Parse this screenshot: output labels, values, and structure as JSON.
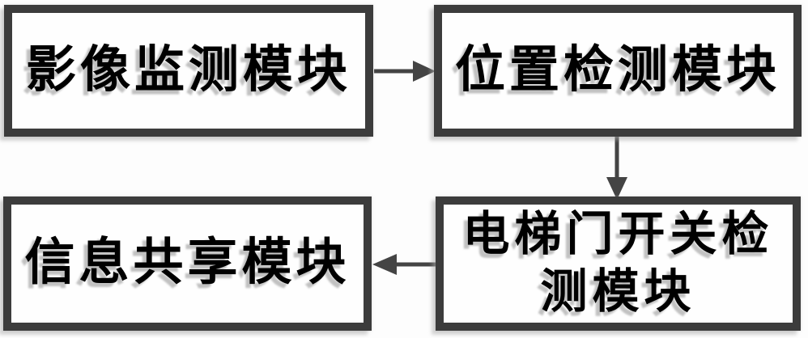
{
  "diagram": {
    "type": "flowchart",
    "description": "Elevator monitoring system module block diagram",
    "modules": [
      {
        "id": "image-monitoring",
        "label": "影像监测模块"
      },
      {
        "id": "position-detection",
        "label": "位置检测模块"
      },
      {
        "id": "elevator-door-detection",
        "label": "电梯门开关检测模块"
      },
      {
        "id": "information-sharing",
        "label": "信息共享模块"
      }
    ],
    "connections": [
      {
        "from": "影像监测模块",
        "to": "位置检测模块",
        "direction": "right"
      },
      {
        "from": "位置检测模块",
        "to": "电梯门开关检测模块",
        "direction": "down"
      },
      {
        "from": "电梯门开关检测模块",
        "to": "信息共享模块",
        "direction": "left"
      }
    ],
    "colors": {
      "border": "#3c3c3c",
      "arrow": "#444444",
      "text": "#000000",
      "shadow": "#bdbdbd",
      "background": "#fdfdfd",
      "box_fill": "#fefefe"
    }
  }
}
